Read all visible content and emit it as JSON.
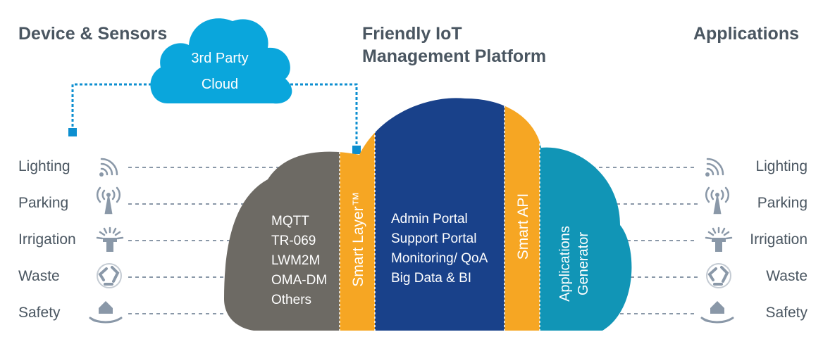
{
  "headings": {
    "left": "Device & Sensors",
    "center": [
      "Friendly IoT",
      "Management Platform"
    ],
    "right": "Applications"
  },
  "third_party_cloud": {
    "lines": [
      "3rd Party",
      "Cloud"
    ],
    "color": "#0aa6dc"
  },
  "left_labels": [
    "Lighting",
    "Parking",
    "Irrigation",
    "Waste",
    "Safety"
  ],
  "right_labels": [
    "Lighting",
    "Parking",
    "Irrigation",
    "Waste",
    "Safety"
  ],
  "icons": [
    "wifi-signal-icon",
    "antenna-icon",
    "sprinkler-icon",
    "recycle-icon",
    "home-in-hand-icon"
  ],
  "platform": {
    "protocols": [
      "MQTT",
      "TR-069",
      "LWM2M",
      "OMA-DM",
      "Others"
    ],
    "smart_layer": "Smart Layer™",
    "portal_items": [
      "Admin Portal",
      "Support Portal",
      "Monitoring/ QoA",
      "Big Data & BI"
    ],
    "smart_api": "Smart API",
    "app_generator": [
      "Applications",
      "Generator"
    ]
  },
  "colors": {
    "text": "#4a5661",
    "protocols": "#6d6a64",
    "orange": "#f6a623",
    "navy": "#19418a",
    "teal": "#1195b6",
    "connector": "#0d8fd0",
    "dash": "#8a98a8",
    "icon": "#8a98a8"
  }
}
